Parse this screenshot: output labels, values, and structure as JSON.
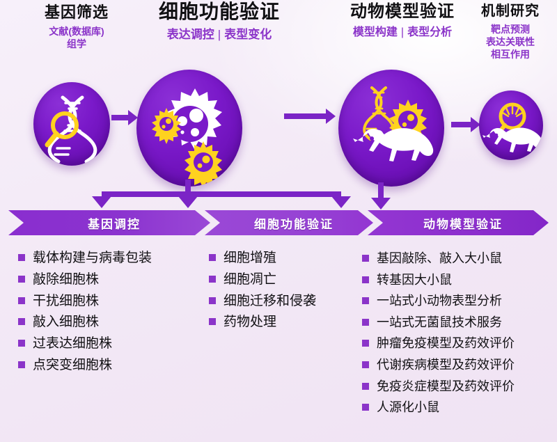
{
  "headers": [
    {
      "title": "基因筛选",
      "subtitle_lines": [
        "文献(数据库)",
        "组学"
      ]
    },
    {
      "title": "细胞功能验证",
      "subtitle_parts": [
        "表达调控",
        "表型变化"
      ],
      "separator": "|"
    },
    {
      "title": "动物模型验证",
      "subtitle_parts": [
        "模型构建",
        "表型分析"
      ],
      "separator": "|"
    },
    {
      "title": "机制研究",
      "subtitle_lines": [
        "靶点预测",
        "表达关联性",
        "相互作用"
      ]
    }
  ],
  "nodes": [
    {
      "icon": "dna-magnifier-icon",
      "alt": "基因筛选"
    },
    {
      "icon": "cells-viruses-icon",
      "alt": "细胞功能验证"
    },
    {
      "icon": "mouse-dna-cell-icon",
      "alt": "动物模型验证"
    },
    {
      "icon": "mouse-magnifier-icon",
      "alt": "机制研究"
    }
  ],
  "banner": {
    "steps": [
      {
        "label": "基因调控"
      },
      {
        "label": "细胞功能验证"
      },
      {
        "label": "动物模型验证"
      }
    ]
  },
  "columns": [
    {
      "key": "gene-regulation",
      "items": [
        "载体构建与病毒包装",
        "敲除细胞株",
        "干扰细胞株",
        "敲入细胞株",
        "过表达细胞株",
        "点突变细胞株"
      ]
    },
    {
      "key": "cell-function",
      "items": [
        "细胞增殖",
        "细胞凋亡",
        "细胞迁移和侵袭",
        "药物处理"
      ]
    },
    {
      "key": "animal-model",
      "items": [
        "基因敲除、敲入大小鼠",
        "转基因大小鼠",
        "一站式小动物表型分析",
        "一站式无菌鼠技术服务",
        "肿瘤免疫模型及药效评价",
        "代谢疾病模型及药效评价",
        "免疫炎症模型及药效评价",
        "人源化小鼠"
      ]
    }
  ],
  "colors": {
    "background": "#f3e9f6",
    "circle_purple": "#7a19c9",
    "arrow_purple": "#7b24c6",
    "subtitle_purple": "#8b34c9",
    "bullet_square": "#8b34c9",
    "title_black": "#111013",
    "accent_yellow": "#ffd21f",
    "icon_white": "#ffffff",
    "banner_gradient_start": "#8a2ecf",
    "banner_gradient_end": "#9a48d6"
  }
}
